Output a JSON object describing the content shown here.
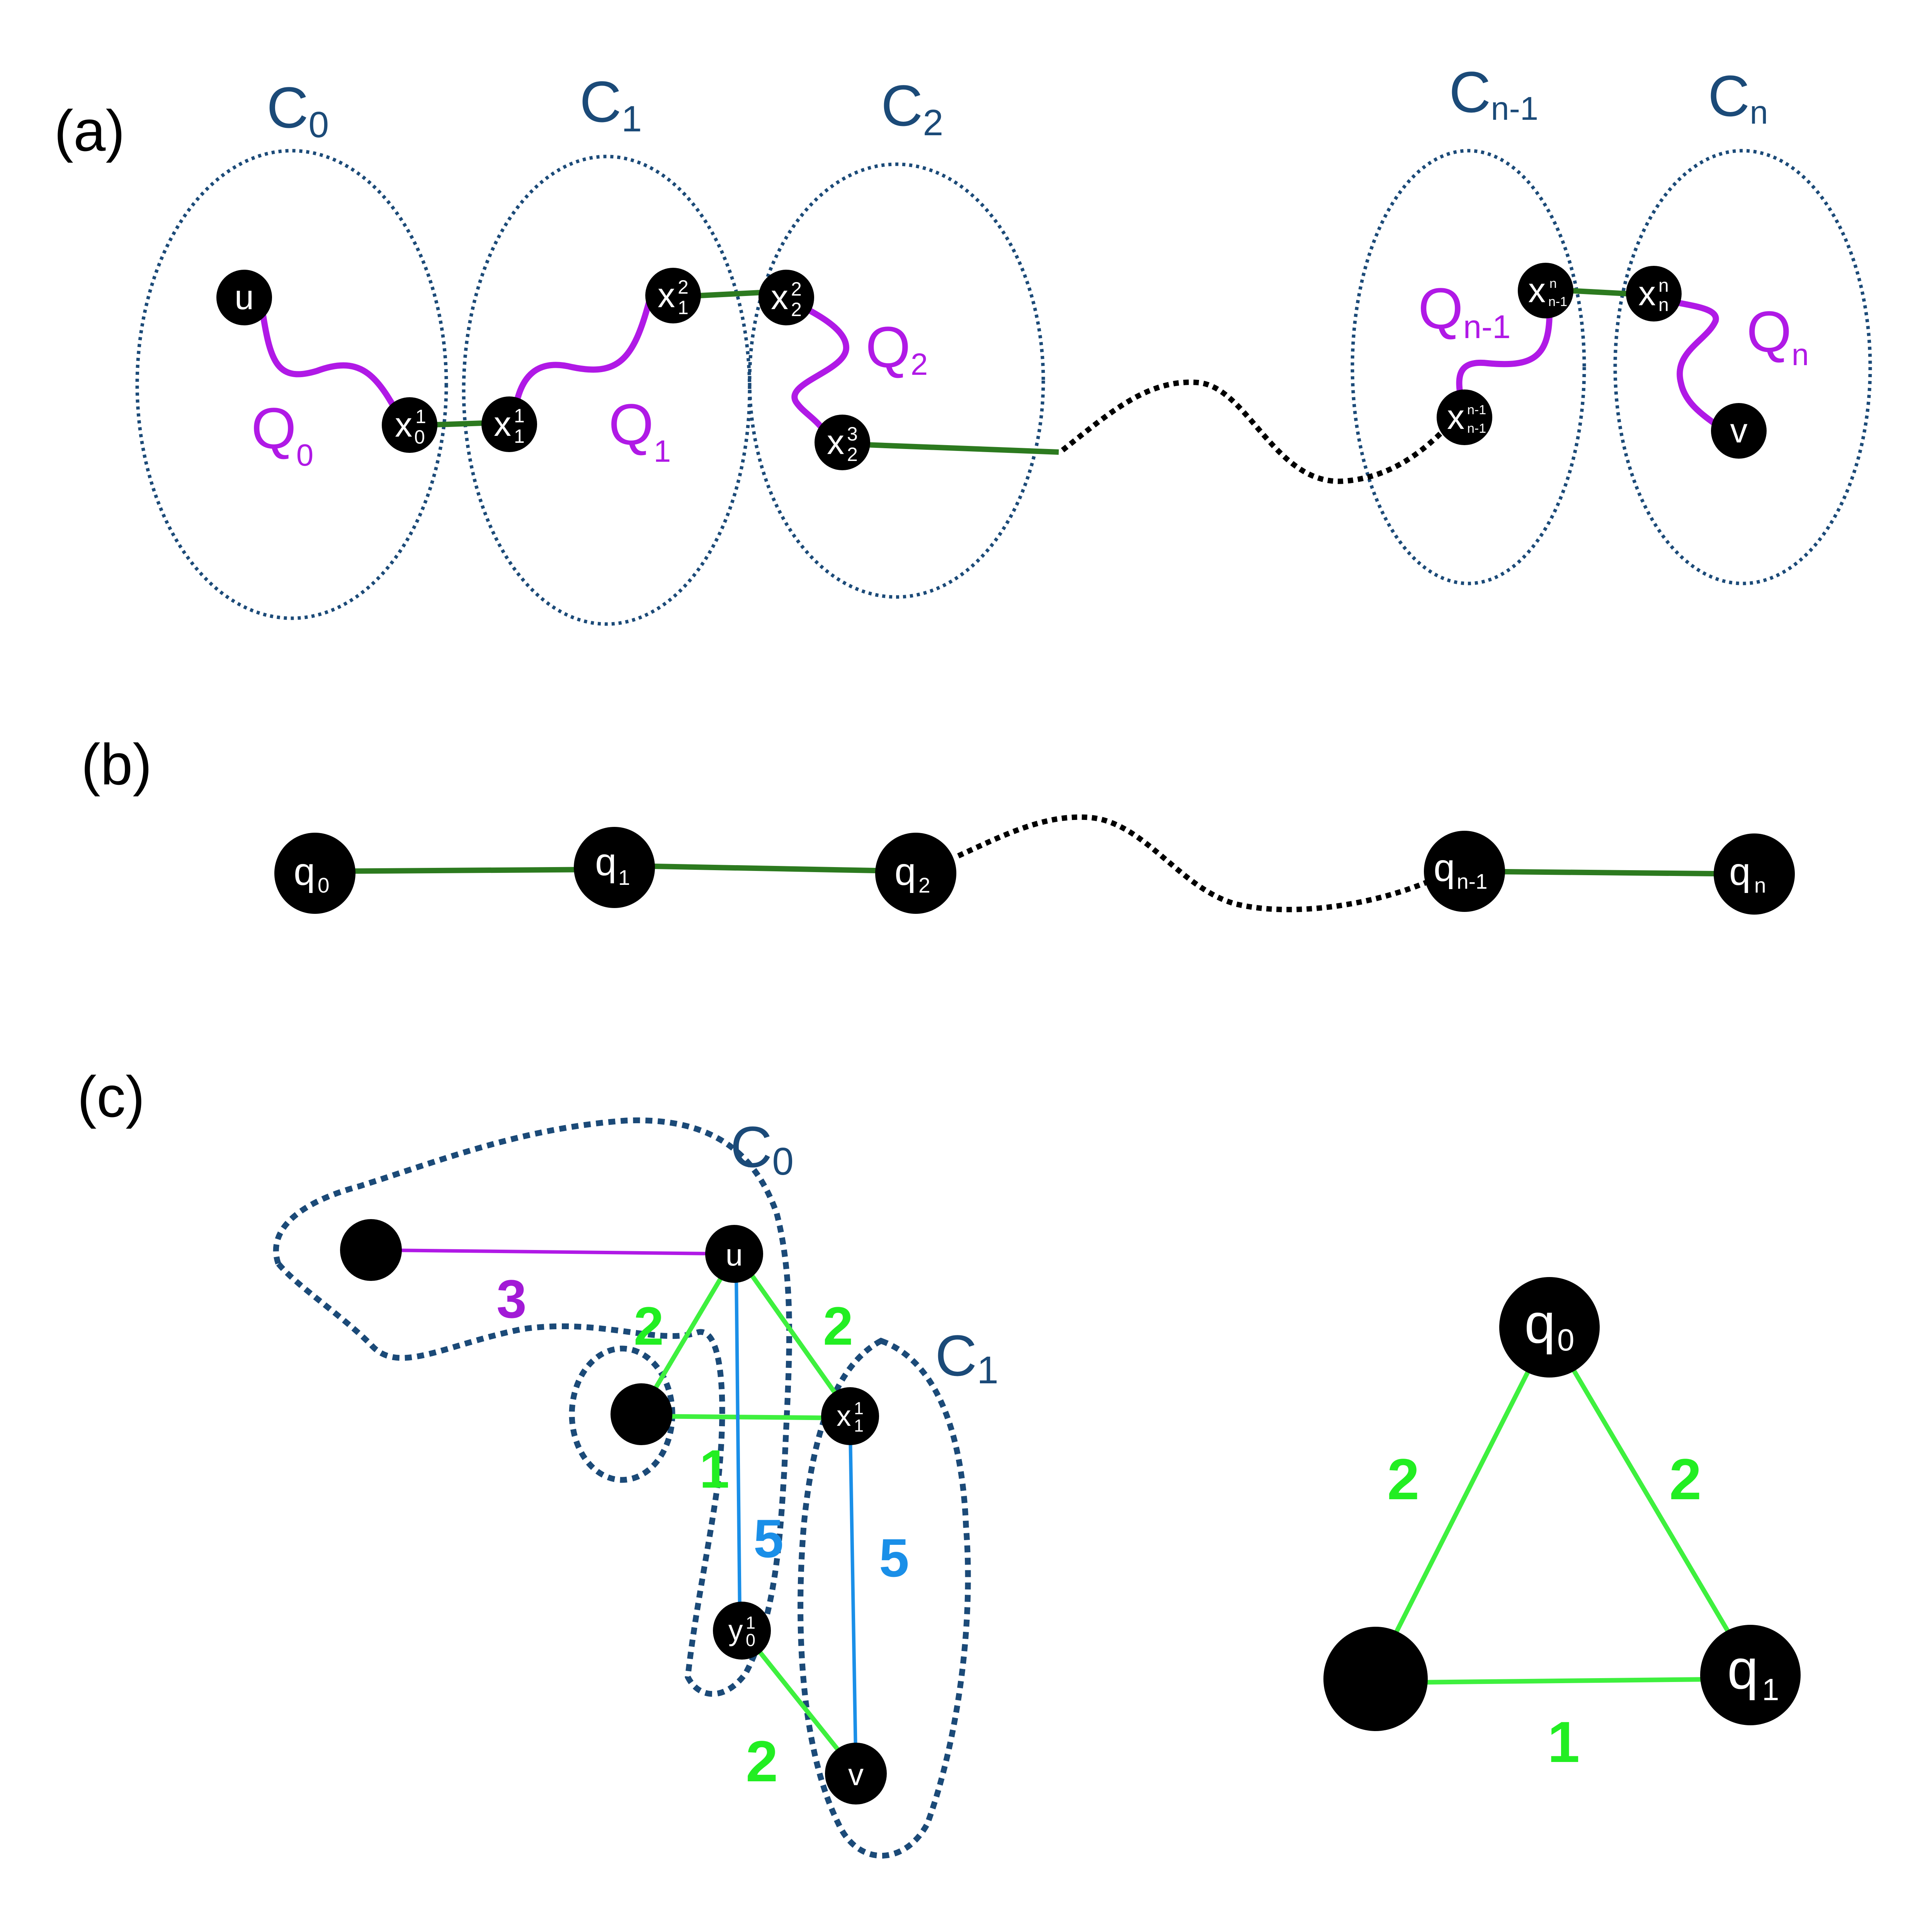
{
  "panels": {
    "a": "(a)",
    "b": "(b)",
    "c": "(c)"
  },
  "panel_a": {
    "clusters": [
      {
        "base": "C",
        "sub": "0"
      },
      {
        "base": "C",
        "sub": "1"
      },
      {
        "base": "C",
        "sub": "2"
      },
      {
        "base": "C",
        "sub": "n-1"
      },
      {
        "base": "C",
        "sub": "n"
      }
    ],
    "paths": [
      {
        "base": "Q",
        "sub": "0"
      },
      {
        "base": "Q",
        "sub": "1"
      },
      {
        "base": "Q",
        "sub": "2"
      },
      {
        "base": "Q",
        "sub": "n-1"
      },
      {
        "base": "Q",
        "sub": "n"
      }
    ],
    "nodes": [
      {
        "base": "u",
        "sup": "",
        "sub": ""
      },
      {
        "base": "x",
        "sup": "1",
        "sub": "0"
      },
      {
        "base": "x",
        "sup": "1",
        "sub": "1"
      },
      {
        "base": "x",
        "sup": "2",
        "sub": "1"
      },
      {
        "base": "x",
        "sup": "2",
        "sub": "2"
      },
      {
        "base": "x",
        "sup": "3",
        "sub": "2"
      },
      {
        "base": "x",
        "sup": "n-1",
        "sub": "n-1"
      },
      {
        "base": "x",
        "sup": "n",
        "sub": "n-1"
      },
      {
        "base": "x",
        "sup": "n",
        "sub": "n"
      },
      {
        "base": "v",
        "sup": "",
        "sub": ""
      }
    ]
  },
  "panel_b": {
    "nodes": [
      {
        "base": "q",
        "sub": "0"
      },
      {
        "base": "q",
        "sub": "1"
      },
      {
        "base": "q",
        "sub": "2"
      },
      {
        "base": "q",
        "sub": "n-1"
      },
      {
        "base": "q",
        "sub": "n"
      }
    ]
  },
  "panel_c": {
    "clusters": [
      {
        "base": "C",
        "sub": "0"
      },
      {
        "base": "C",
        "sub": "1"
      }
    ],
    "nodes": [
      {
        "base": "u",
        "sup": "",
        "sub": ""
      },
      {
        "base": "x",
        "sup": "1",
        "sub": "1"
      },
      {
        "base": "y",
        "sup": "1",
        "sub": "0"
      },
      {
        "base": "v",
        "sup": "",
        "sub": ""
      }
    ],
    "weights": {
      "left_to_u": "3",
      "u_to_mid": "2",
      "u_to_x": "2",
      "mid_to_x": "1",
      "u_to_y": "5",
      "x_to_v": "5",
      "y_to_v": "2"
    },
    "quotient": {
      "nodes": [
        {
          "base": "q",
          "sub": "0"
        },
        {
          "base": "q",
          "sub": "1"
        }
      ],
      "weights": {
        "left": "2",
        "right": "2",
        "bottom": "1"
      }
    }
  },
  "colors": {
    "cluster": "#1b4a78",
    "path": "#b019e6",
    "edge_dark_green": "#2c7a1f",
    "edge_light_green": "#3ef03e",
    "edge_blue": "#1a8fe8",
    "node": "#000000"
  }
}
